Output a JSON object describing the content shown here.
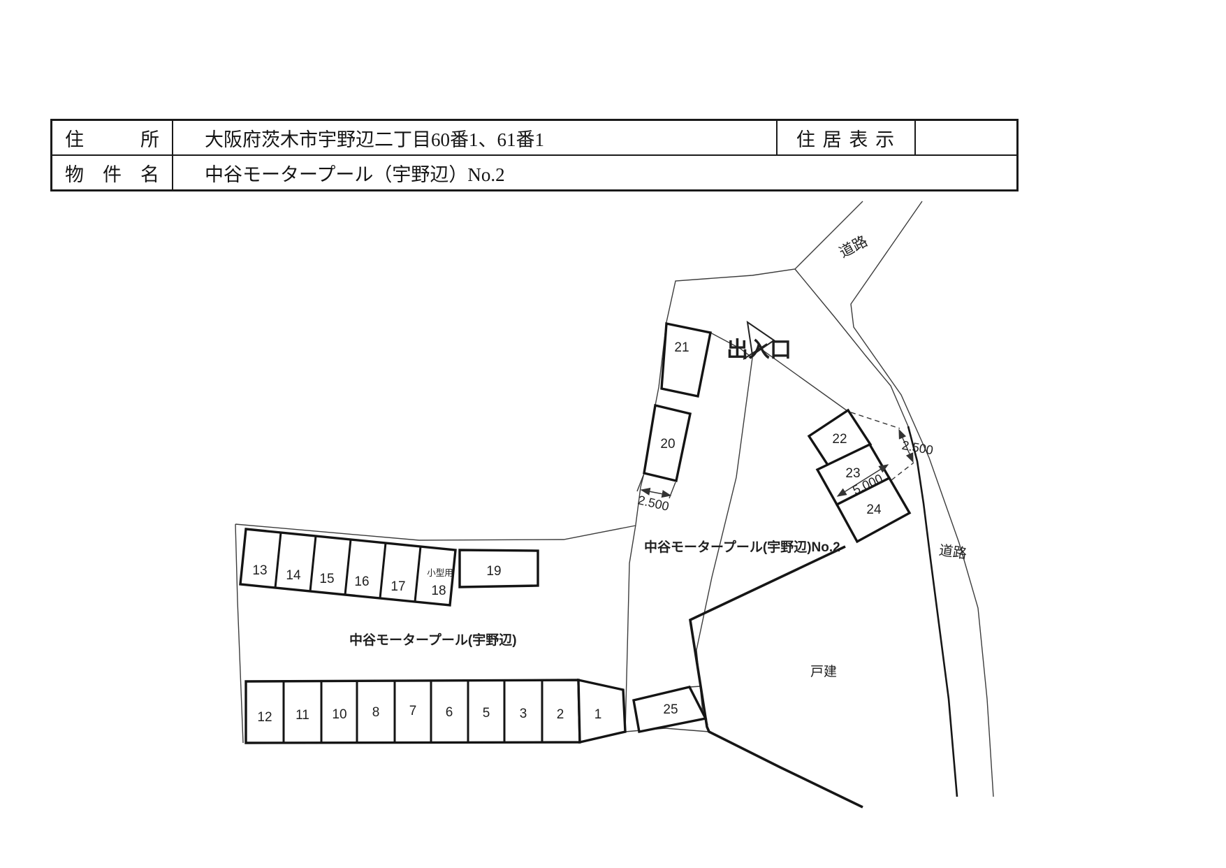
{
  "table": {
    "address_label": "住　　　所",
    "address_value": "大阪府茨木市宇野辺二丁目60番1、61番1",
    "residence_label": "住 居 表 示",
    "residence_value": "",
    "property_label": "物　件　名",
    "property_value": "中谷モータープール（宇野辺）No.2"
  },
  "diagram": {
    "road_label_top": "道路",
    "road_label_right": "道路",
    "entrance_label": "出入口",
    "lot_no2_label": "中谷モータープール(宇野辺)No.2",
    "lot_no1_label": "中谷モータープール(宇野辺)",
    "house_label": "戸建",
    "small_car_label": "小型用",
    "dims": {
      "stall20_width": "2.500",
      "stall22_width": "2.500",
      "stall23_length": "5.000"
    },
    "stalls": {
      "s1": "1",
      "s2": "2",
      "s3": "3",
      "s5": "5",
      "s6": "6",
      "s7": "7",
      "s8": "8",
      "s10": "10",
      "s11": "11",
      "s12": "12",
      "s13": "13",
      "s14": "14",
      "s15": "15",
      "s16": "16",
      "s17": "17",
      "s18": "18",
      "s19": "19",
      "s20": "20",
      "s21": "21",
      "s22": "22",
      "s23": "23",
      "s24": "24",
      "s25": "25"
    }
  }
}
